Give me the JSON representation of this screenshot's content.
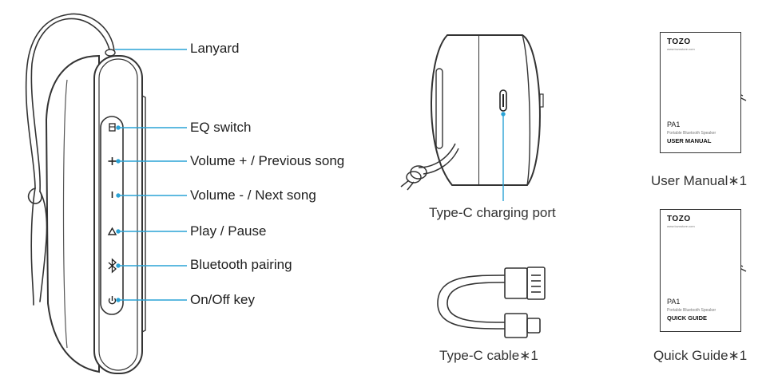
{
  "callouts": [
    {
      "id": "lanyard",
      "label": "Lanyard"
    },
    {
      "id": "eq",
      "label": "EQ switch"
    },
    {
      "id": "volup",
      "label": "Volume + / Previous song"
    },
    {
      "id": "voldown",
      "label": "Volume - / Next song"
    },
    {
      "id": "play",
      "label": "Play / Pause"
    },
    {
      "id": "bt",
      "label": "Bluetooth pairing"
    },
    {
      "id": "power",
      "label": "On/Off key"
    }
  ],
  "typec_port_label": "Type-C charging port",
  "cable_caption": "Type-C cable∗1",
  "user_manual": {
    "brand": "TOZO",
    "brand_sub": "www.tozostore.com",
    "model": "PA1",
    "subtitle": "Portable Bluetooth Speaker",
    "title": "USER MANUAL",
    "caption": "User Manual∗1"
  },
  "quick_guide": {
    "brand": "TOZO",
    "brand_sub": "www.tozostore.com",
    "model": "PA1",
    "subtitle": "Portable Bluetooth Speaker",
    "title": "QUICK GUIDE",
    "caption": "Quick Guide∗1"
  },
  "colors": {
    "callout_line": "#2aa3d6",
    "outline": "#333333"
  }
}
